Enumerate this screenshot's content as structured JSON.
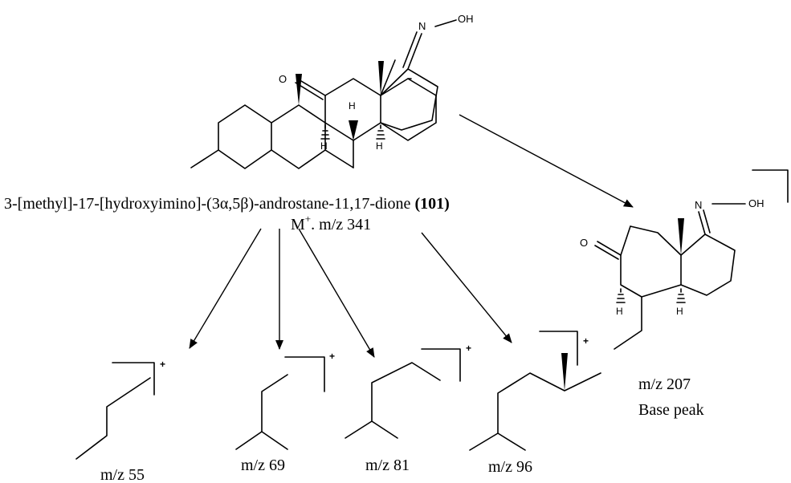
{
  "parent": {
    "name_text": "3-[methyl]-17-[hydroxyimino]-(3α,5β)-androstane-11,17-dione ",
    "compound_number": "(101)",
    "ion_prefix": "M",
    "ion_charge": "+",
    "ion_value": ". m/z 341",
    "atom_o": "O",
    "atom_n": "N",
    "atom_oh": "OH",
    "atom_h": "H"
  },
  "fragments": [
    {
      "label": "m/z 55"
    },
    {
      "label": "m/z 69"
    },
    {
      "label": "m/z  81"
    },
    {
      "label": "m/z 96"
    }
  ],
  "base_fragment": {
    "label": "m/z 207",
    "note": "Base peak",
    "atom_o": "O",
    "atom_n": "N",
    "atom_oh": "OH",
    "atom_h": "H"
  },
  "charge_symbol": "+"
}
